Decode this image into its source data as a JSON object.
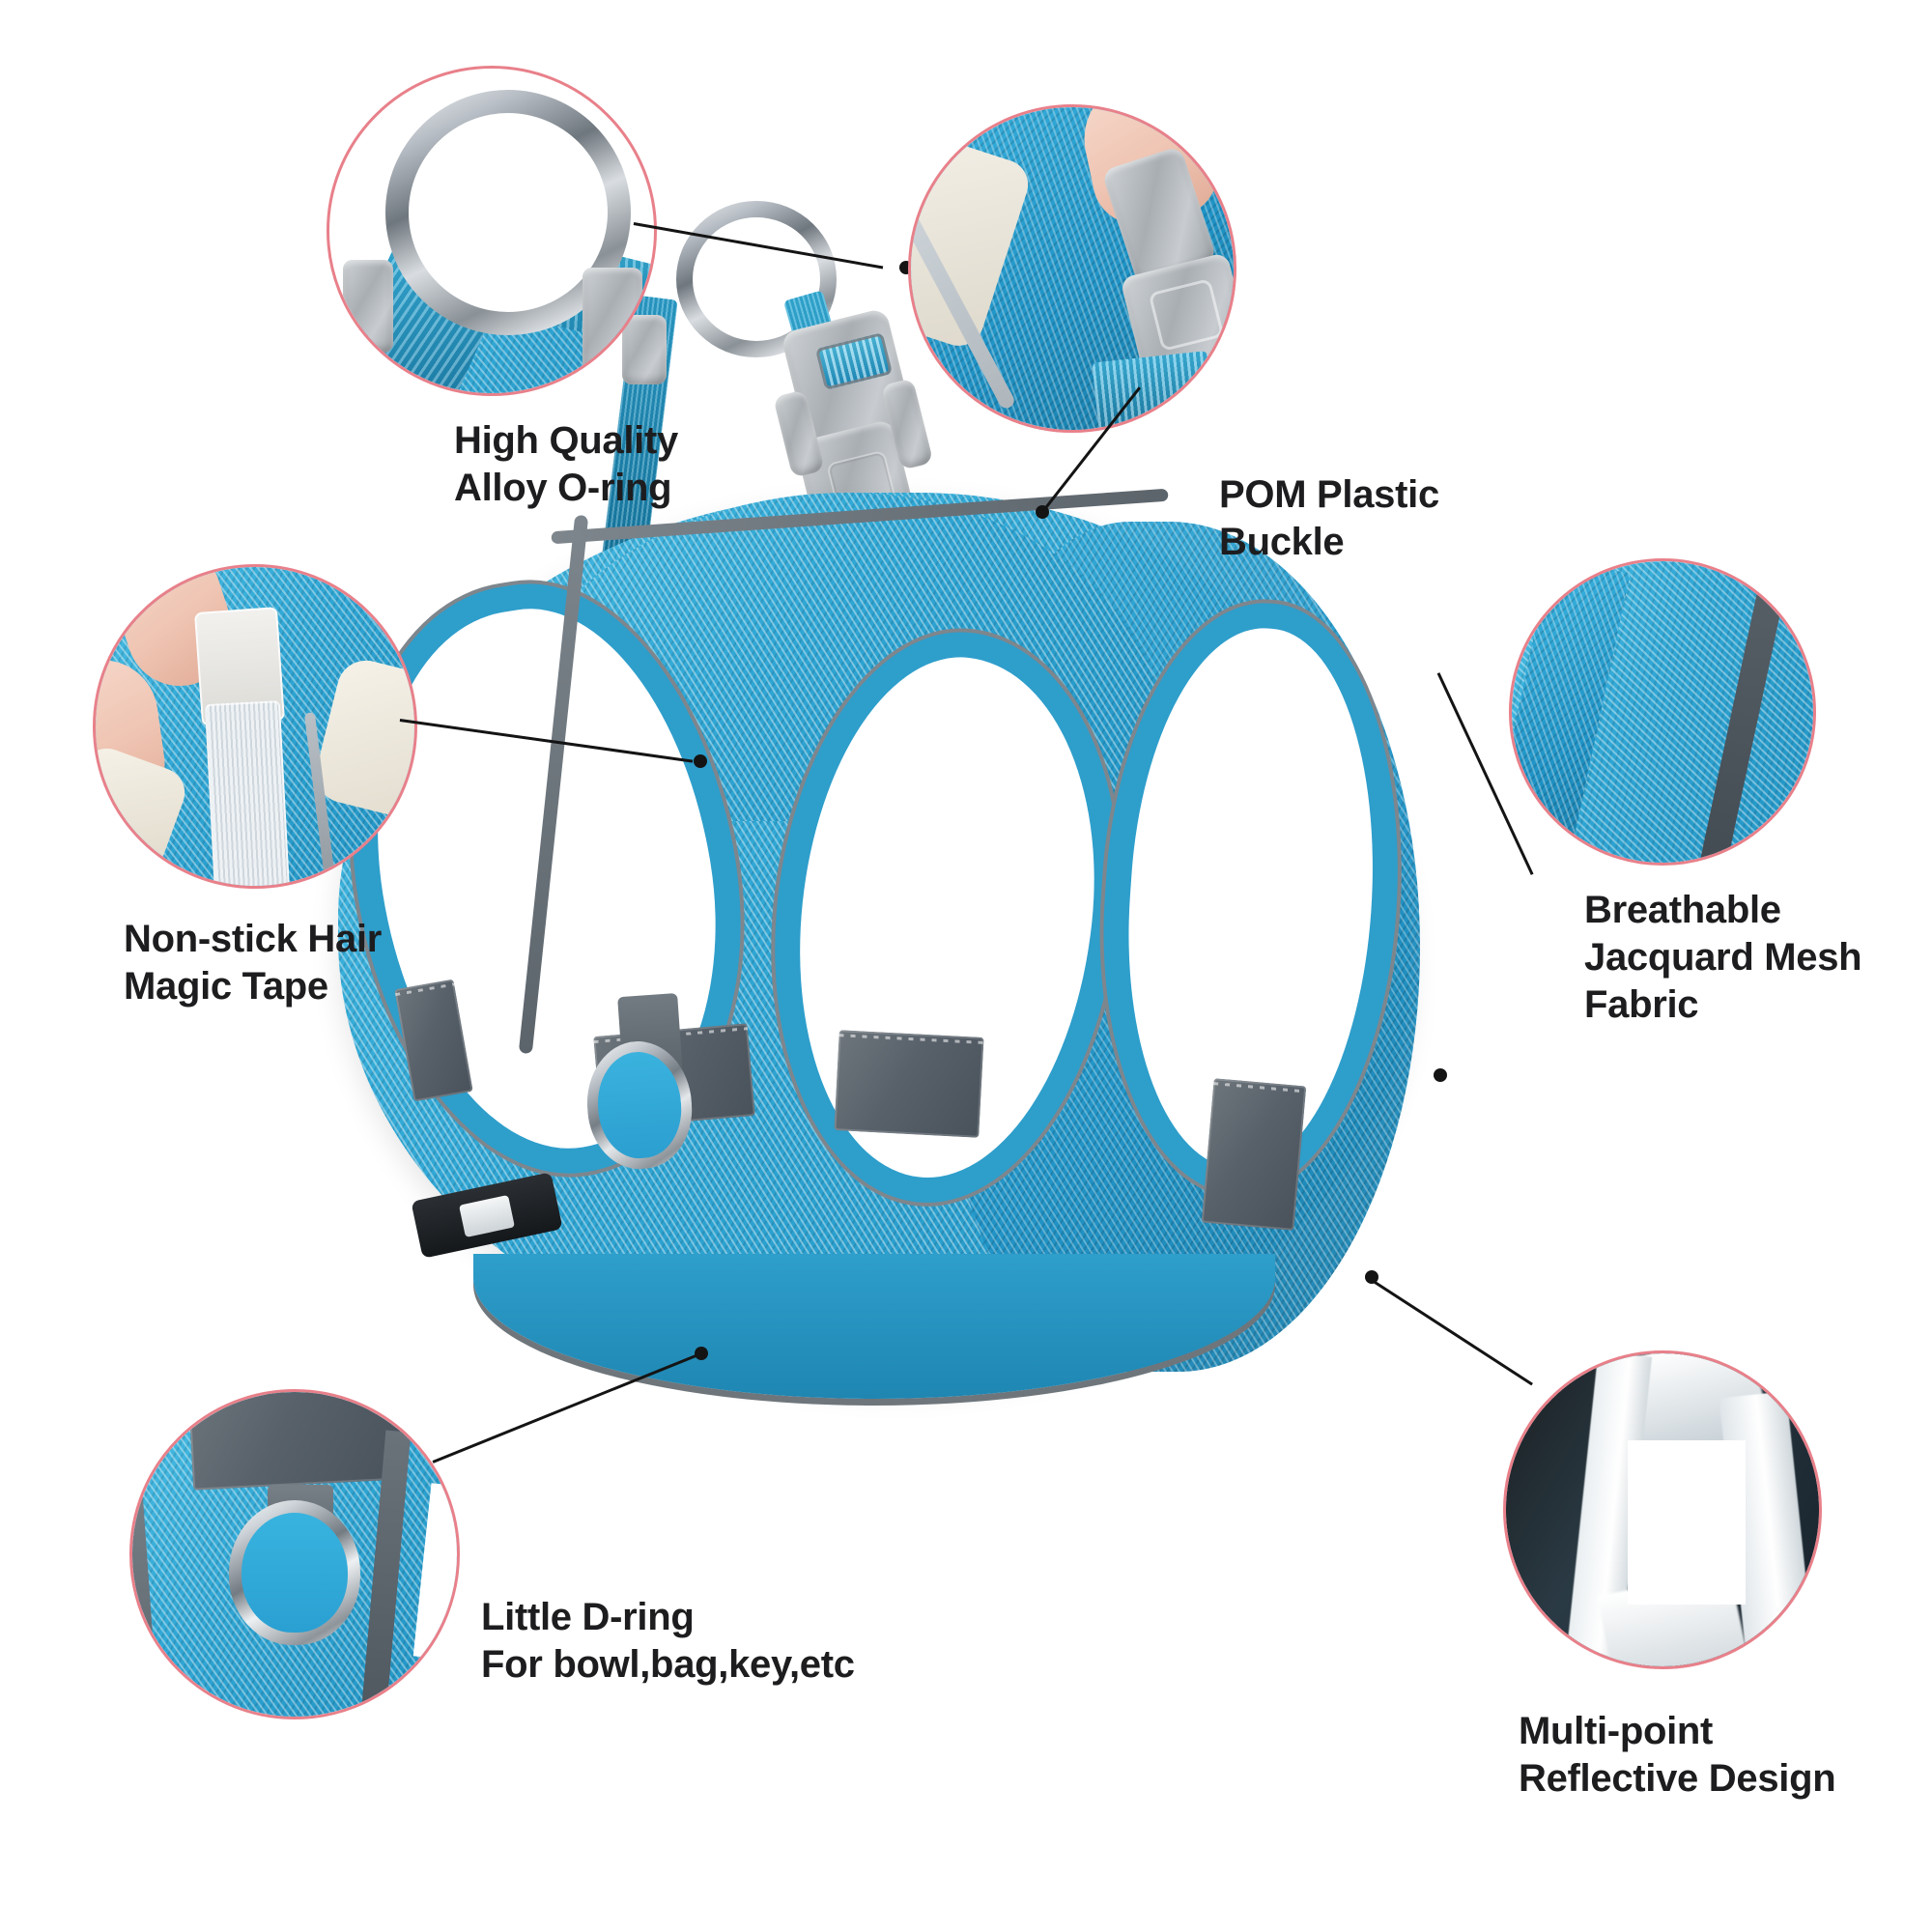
{
  "product": {
    "name": "Dog Harness Vest",
    "color_name": "Blue",
    "colors": {
      "mesh_light": "#4fc3e8",
      "mesh_mid": "#2fa6d4",
      "mesh_dark": "#1d8fc0",
      "webbing": "#1787b8",
      "trim": "#2e9ecb",
      "reflective_grey": "#58616a",
      "buckle_grey": "#b0b5ba",
      "metal": "#9aa1a8",
      "circle_border": "#e8808a",
      "leader_line": "#141414",
      "text": "#1d1d1f",
      "background": "#ffffff"
    }
  },
  "callouts": [
    {
      "id": "alloy-o-ring",
      "label": "High Quality\nAlloy O-ring",
      "detail_view": "metal-o-ring-closeup"
    },
    {
      "id": "pom-plastic-buckle",
      "label": "POM Plastic\nBuckle",
      "detail_view": "hand-holding-buckle-closeup"
    },
    {
      "id": "non-stick-hair-magic-tape",
      "label": "Non-stick Hair\nMagic Tape",
      "detail_view": "hand-holding-velcro-closeup"
    },
    {
      "id": "breathable-jacquard-mesh-fabric",
      "label": "Breathable\nJacquard Mesh\nFabric",
      "detail_view": "mesh-fabric-closeup"
    },
    {
      "id": "little-d-ring",
      "label": "Little D-ring\nFor bowl,bag,key,etc",
      "detail_view": "d-ring-closeup"
    },
    {
      "id": "multi-point-reflective-design",
      "label": "Multi-point\nReflective Design",
      "detail_view": "reflective-glow-closeup"
    }
  ]
}
